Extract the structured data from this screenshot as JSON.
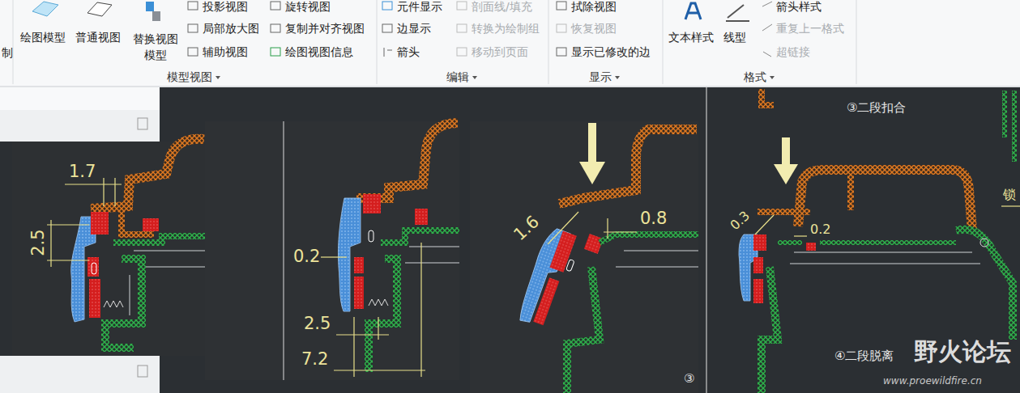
{
  "diagram": {
    "labels": [
      "制",
      "绘图模型",
      "普通视图",
      "替换视图 模型",
      "投影视图",
      "局部放大图",
      "辅助视图",
      "旋转视图",
      "复制并对齐视图",
      "绘图视图信息",
      "模型视图",
      "元件显示",
      "边显示",
      "箭头",
      "剖面线/填充",
      "转换为绘制组",
      "移动到页面",
      "编辑",
      "拭除视图",
      "恢复视图",
      "显示已修改的边",
      "显示",
      "文本样式",
      "线型",
      "箭头样式",
      "重复上一格式",
      "超链接",
      "格式",
      "1.7",
      "2.5",
      "0.2",
      "2.5",
      "7.2",
      "1.6",
      "0.8",
      "③",
      "③二段扣合",
      "0.3",
      "0.2",
      "④二段脱离",
      "锁",
      "野火论坛",
      "www.proewildfire.cn"
    ]
  }
}
